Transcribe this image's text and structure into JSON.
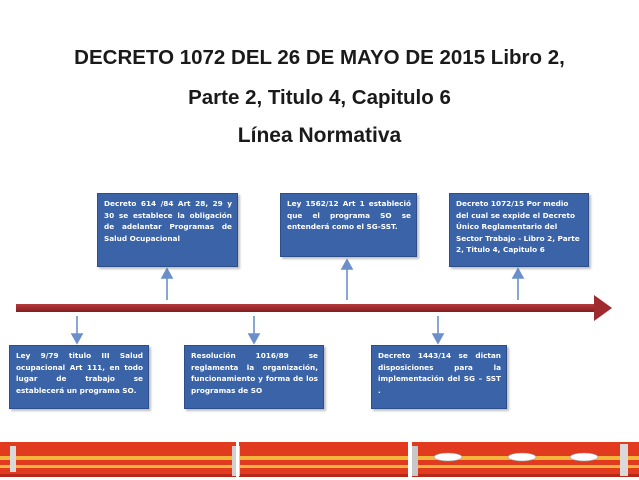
{
  "header": {
    "title_line1": "DECRETO 1072 DEL 26 DE MAYO DE 2015 Libro 2,",
    "title_line2": "Parte 2, Titulo 4, Capitulo 6",
    "subtitle": "Línea Normativa"
  },
  "timeline": {
    "top_events": [
      {
        "text": "Decreto 614 /84 Art 28, 29 y 30 se establece la obligación de adelantar Programas de Salud Ocupacional"
      },
      {
        "text": "Ley 1562/12 Art 1 estableció que el programa SO se entenderá como el SG-SST."
      },
      {
        "text": "Decreto 1072/15 Por medio del cual se expide el Decreto Único Reglamentario del Sector Trabajo - Libro 2, Parte 2, Titulo 4, Capitulo 6"
      }
    ],
    "bottom_events": [
      {
        "text": "Ley 9/79 titulo III Salud ocupacional Art 111, en todo lugar de trabajo se establecerá un programa SO."
      },
      {
        "text": "Resolución 1016/89 se reglamenta la organización, funcionamiento y forma de los programas de SO"
      },
      {
        "text": "Decreto 1443/14 se dictan disposiciones para la implementación del SG – SST ."
      }
    ]
  },
  "colors": {
    "box_fill": "#3b63a8",
    "axis": "#a02b2f",
    "connector": "#6a8fcb",
    "decor_red": "#e23a1f",
    "decor_yellow": "#f3b53c"
  }
}
